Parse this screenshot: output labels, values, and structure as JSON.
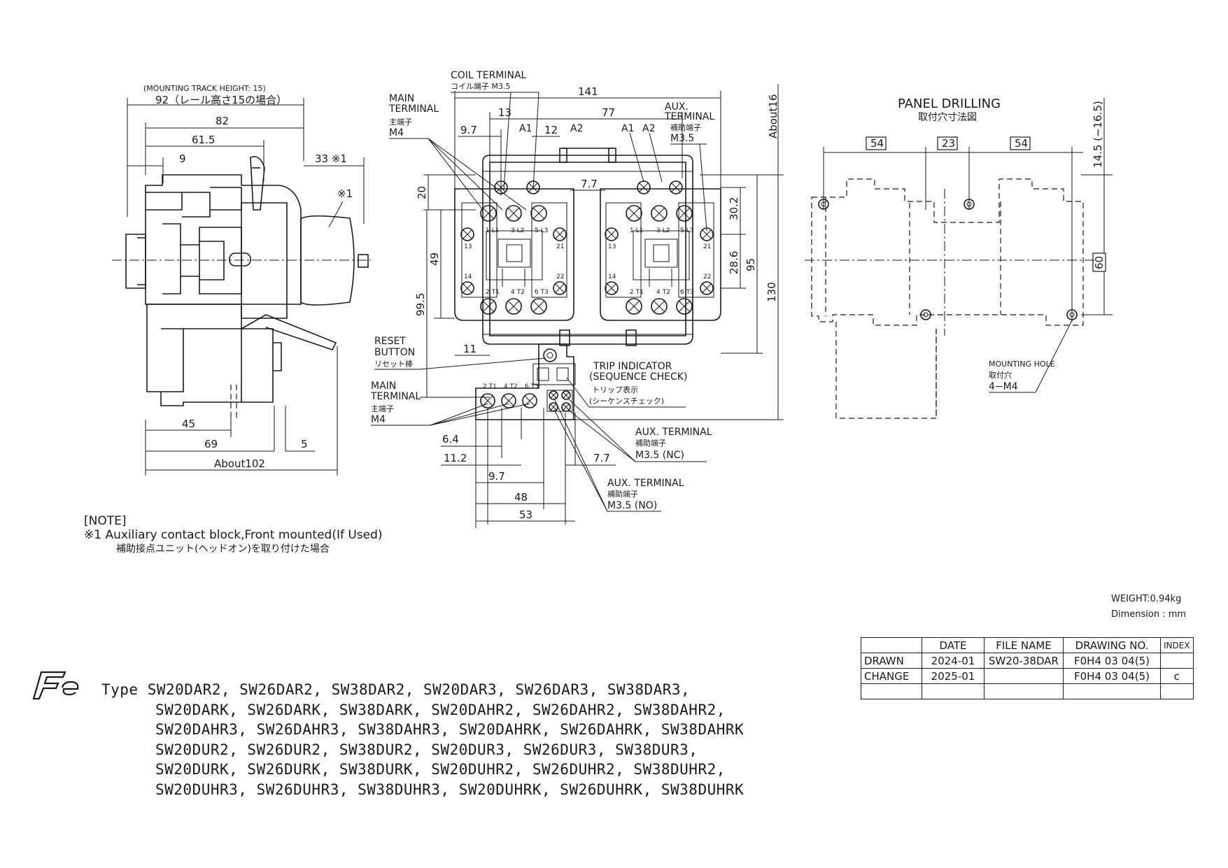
{
  "side_view": {
    "dim_mounting_track": "(MOUNTING TRACK HEIGHT: 15)",
    "dim_92": "92（レール高さ15の場合）",
    "dim_82": "82",
    "dim_61_5": "61.5",
    "dim_9": "9",
    "dim_33": "33 ※1",
    "mark_1": "※1",
    "dim_45": "45",
    "dim_69": "69",
    "dim_5": "5",
    "dim_about102": "About102"
  },
  "front_view": {
    "coil_terminal": "COIL TERMINAL",
    "coil_terminal_jp": "コイル端子 M3.5",
    "main_terminal_top": [
      "MAIN",
      "TERMINAL",
      "主端子",
      "M4"
    ],
    "aux_terminal_top": [
      "AUX.",
      "TERMINAL",
      "補助端子",
      "M3.5"
    ],
    "dim_141": "141",
    "dim_13": "13",
    "dim_77": "77",
    "dim_9_7": "9.7",
    "dim_12": "12",
    "a1": "A1",
    "a2": "A2",
    "dim_about16": "About16",
    "dim_20": "20",
    "dim_7_7_top": "7.7",
    "dim_30_2": "30.2",
    "dim_49": "49",
    "dim_28_6": "28.6",
    "dim_95": "95",
    "dim_130": "130",
    "dim_99_5": "99.5",
    "dim_11": "11",
    "terminal_labels_top": [
      "1 L1",
      "3 L2",
      "5 L3"
    ],
    "terminal_labels_bottom": [
      "2 T1",
      "4 T2",
      "6 T3"
    ],
    "aux_13": "13",
    "aux_14": "14",
    "aux_21": "21",
    "aux_22": "22",
    "reset_button": [
      "RESET",
      "BUTTON",
      "リセット棒"
    ],
    "trip_indicator": [
      "TRIP INDICATOR",
      "(SEQUENCE CHECK)",
      "トリップ表示",
      "(シーケンスチェック)"
    ],
    "main_terminal_bottom": [
      "MAIN",
      "TERMINAL",
      "主端子",
      "M4"
    ],
    "olr_labels": [
      "2 T1",
      "4 T2",
      "6 T3"
    ],
    "aux_nc": [
      "AUX. TERMINAL",
      "補助端子",
      "M3.5 (NC)"
    ],
    "aux_no": [
      "AUX. TERMINAL",
      "補助端子",
      "M3.5 (NO)"
    ],
    "dim_6_4": "6.4",
    "dim_11_2": "11.2",
    "dim_7_7_bot": "7.7",
    "dim_9_7_bot": "9.7",
    "dim_48": "48",
    "dim_53": "53"
  },
  "panel": {
    "title": "PANEL DRILLING",
    "title_jp": "取付穴寸法図",
    "dim_54a": "54",
    "dim_23": "23",
    "dim_54b": "54",
    "dim_14_5": "14.5 (~16.5)",
    "dim_60": "60",
    "mounting_hole": [
      "MOUNTING HOLE",
      "取付穴",
      "4−M4"
    ]
  },
  "note": {
    "heading": "[NOTE]",
    "line1": "※1  Auxiliary contact block,Front mounted(If Used)",
    "line2": "補助接点ユニット(ヘッドオン)を取り付けた場合"
  },
  "weight": "WEIGHT:0.94kg",
  "dimension_unit": "Dimension : mm",
  "title_block": {
    "headers": [
      "",
      "DATE",
      "FILE NAME",
      "DRAWING NO.",
      "INDEX"
    ],
    "rows": [
      [
        "DRAWN",
        "2024-01",
        "SW20-38DAR",
        "F0H4 03 04(5)",
        ""
      ],
      [
        "CHANGE",
        "2025-01",
        "",
        "F0H4 03 04(5)",
        "c"
      ],
      [
        "",
        "",
        "",
        "",
        ""
      ]
    ]
  },
  "logo": "Fe",
  "types_prefix": "Type",
  "types": [
    "SW20DAR2, SW26DAR2, SW38DAR2, SW20DAR3, SW26DAR3, SW38DAR3,",
    "SW20DARK, SW26DARK, SW38DARK, SW20DAHR2, SW26DAHR2, SW38DAHR2,",
    "SW20DAHR3, SW26DAHR3, SW38DAHR3, SW20DAHRK, SW26DAHRK, SW38DAHRK",
    "SW20DUR2, SW26DUR2, SW38DUR2, SW20DUR3, SW26DUR3, SW38DUR3,",
    "SW20DURK, SW26DURK, SW38DURK, SW20DUHR2, SW26DUHR2, SW38DUHR2,",
    "SW20DUHR3, SW26DUHR3, SW38DUHR3, SW20DUHRK, SW26DUHRK, SW38DUHRK"
  ]
}
